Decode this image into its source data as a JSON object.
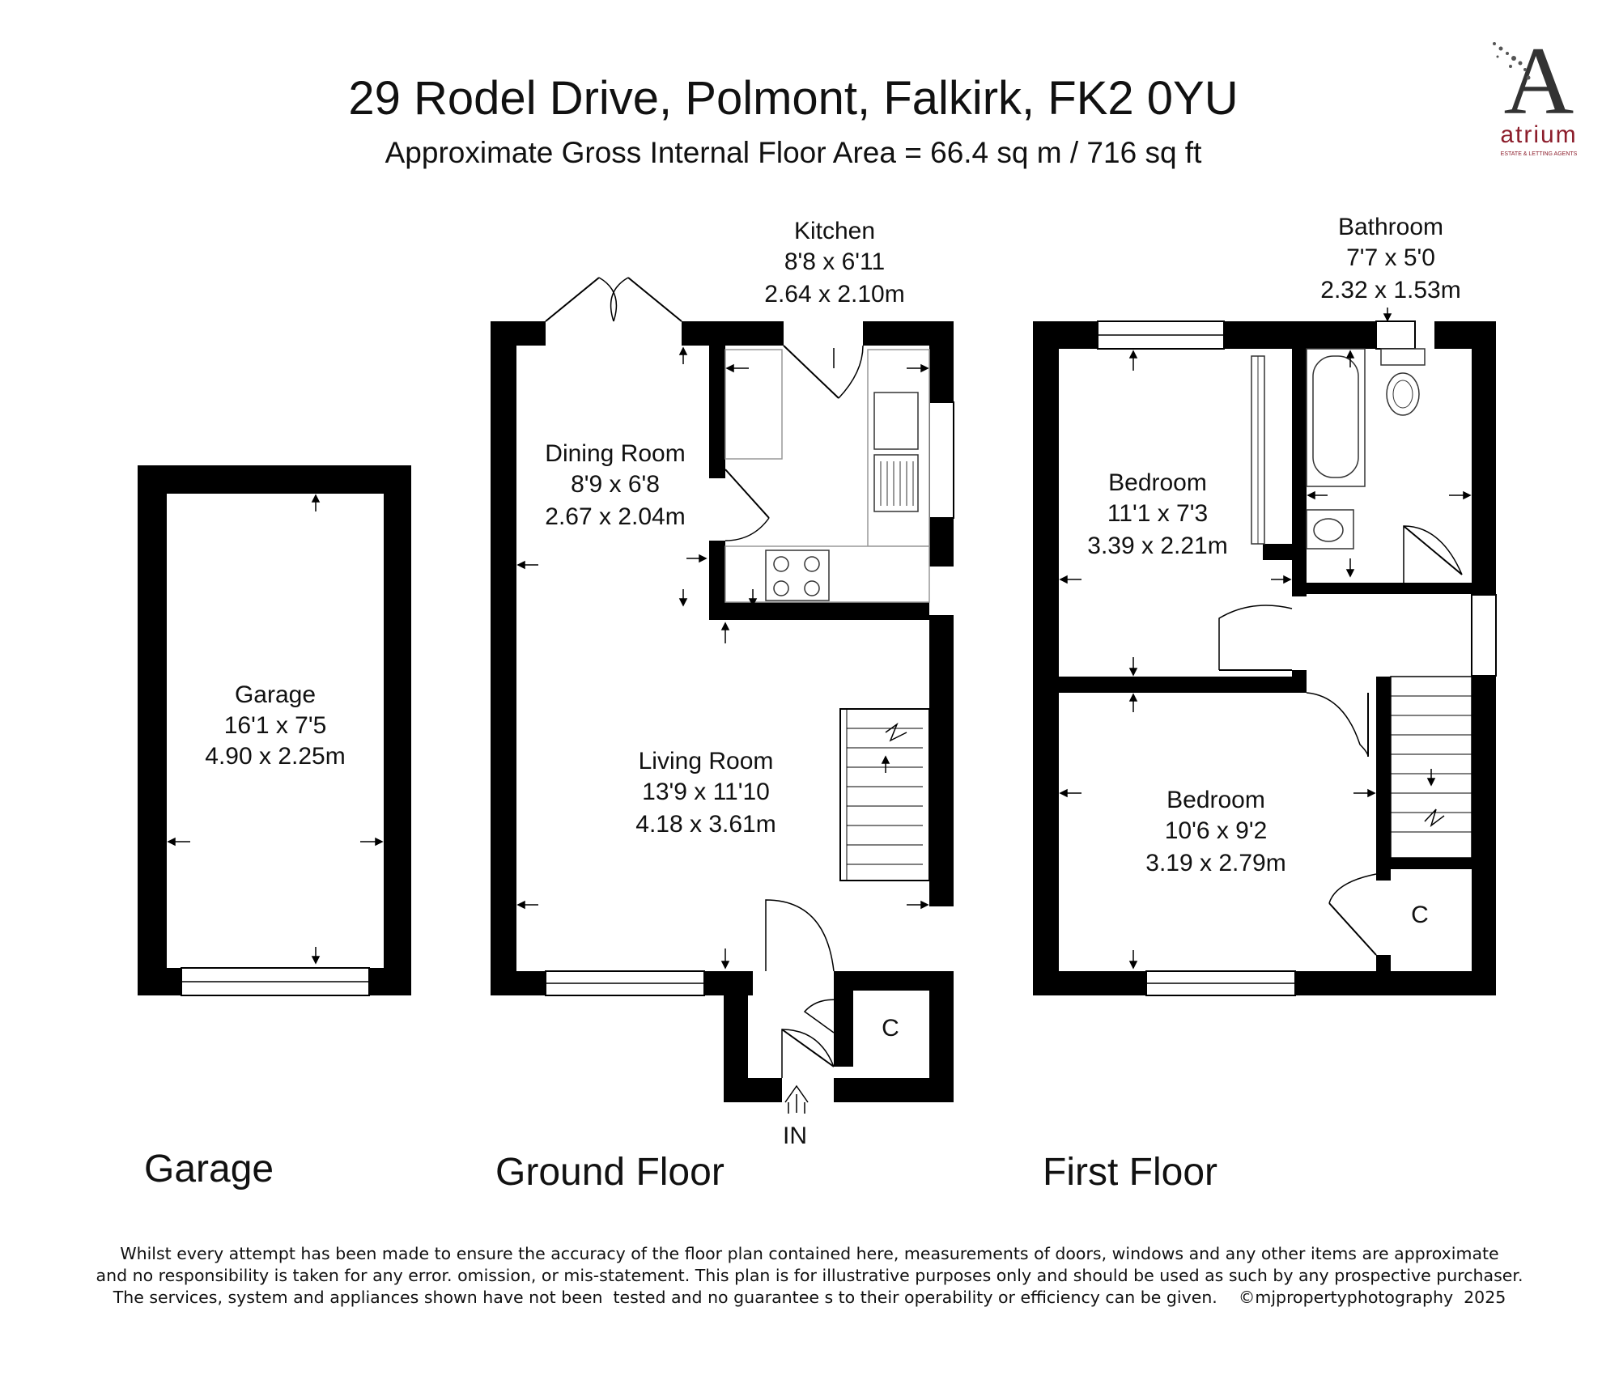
{
  "header": {
    "title": "29 Rodel Drive, Polmont, Falkirk, FK2 0YU",
    "subtitle": "Approximate Gross Internal Floor Area  =  66.4 sq m  / 716 sq ft"
  },
  "logo": {
    "letter": "A",
    "name": "atrium",
    "tagline": "ESTATE & LETTING AGENTS",
    "color": "#8c1d2b"
  },
  "rooms": {
    "kitchen": {
      "name": "Kitchen",
      "imperial": "8'8 x 6'11",
      "metric": "2.64 x 2.10m"
    },
    "dining": {
      "name": "Dining Room",
      "imperial": "8'9 x 6'8",
      "metric": "2.67 x 2.04m"
    },
    "living": {
      "name": "Living Room",
      "imperial": "13'9 x 11'10",
      "metric": "4.18 x 3.61m"
    },
    "garage": {
      "name": "Garage",
      "imperial": "16'1 x 7'5",
      "metric": "4.90 x 2.25m"
    },
    "bathroom": {
      "name": "Bathroom",
      "imperial": "7'7 x 5'0",
      "metric": "2.32 x 1.53m"
    },
    "bedroom1": {
      "name": "Bedroom",
      "imperial": "11'1 x 7'3",
      "metric": "3.39 x 2.21m"
    },
    "bedroom2": {
      "name": "Bedroom",
      "imperial": "10'6 x 9'2",
      "metric": "3.19 x 2.79m"
    },
    "cupboard_ground": "C",
    "cupboard_first": "C",
    "entrance": "IN"
  },
  "floors": {
    "garage": "Garage",
    "ground": "Ground Floor",
    "first": "First Floor"
  },
  "disclaimer": {
    "line1": "Whilst every attempt has been made to ensure the accuracy of the floor plan contained here, measurements of doors, windows and any other items are approximate",
    "line2": "and no responsibility is taken for any error. omission, or mis-statement. This plan is for illustrative purposes only and should be used as such by any prospective purchaser.",
    "line3": "The services, system and appliances shown have not been  tested and no guarantee s to their operability or efficiency can be given.    ©mjpropertyphotography  2025"
  }
}
